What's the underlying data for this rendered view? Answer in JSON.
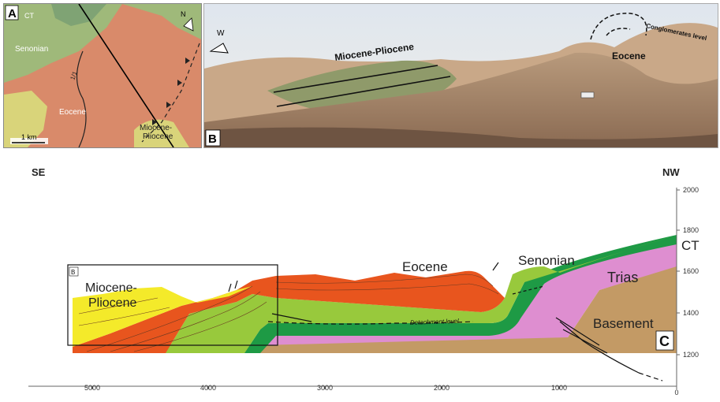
{
  "panel_a": {
    "letter": "A",
    "units": [
      "CT",
      "Senonian",
      "Eocene",
      "Miocene-\nPliocene"
    ],
    "fault_label": "1/1",
    "north": "N",
    "scale": "1 km",
    "colors": {
      "eocene": "#d98a6a",
      "senonian": "#9fb97a",
      "ct": "#7fa374",
      "miocene": "#d9d47a"
    }
  },
  "panel_b": {
    "letter": "B",
    "orientation": "W",
    "labels": [
      "Miocene-Pliocene",
      "Eocene",
      "Conglomerates level"
    ]
  },
  "section": {
    "left_dir": "SE",
    "right_dir": "NW",
    "box_label": "B",
    "panel_letter": "C",
    "units": {
      "miocene": "Miocene-\nPliocene",
      "eocene": "Eocene",
      "senonian": "Senonian",
      "ct": "CT",
      "trias": "Trias",
      "basement": "Basement"
    },
    "detachment": "Detachment level",
    "x_ticks": [
      "5000",
      "4000",
      "3000",
      "2000",
      "1000",
      "0"
    ],
    "y_ticks": [
      "2000",
      "1800",
      "1600",
      "1400",
      "1200"
    ],
    "colors": {
      "miocene": "#f4ea2a",
      "eocene": "#e8551e",
      "senonian": "#98c93c",
      "ct": "#1e9a45",
      "trias": "#de8ed0",
      "basement": "#c39a65"
    }
  }
}
